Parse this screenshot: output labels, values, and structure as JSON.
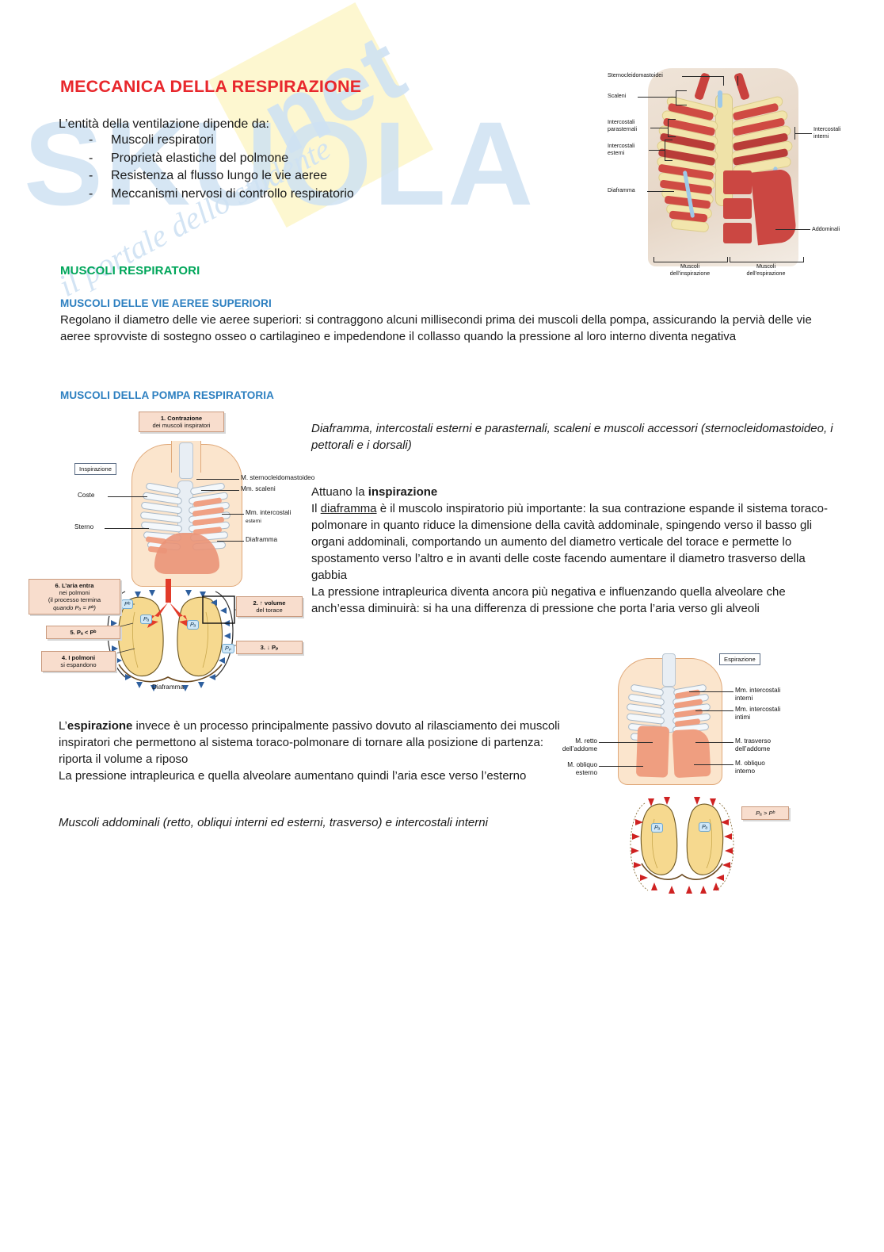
{
  "document": {
    "title": "MECCANICA DELLA RESPIRAZIONE",
    "lead": "L’entità della ventilazione dipende da:",
    "bullets": [
      "Muscoli respiratori",
      "Proprietà elastiche del polmone",
      "Resistenza al flusso lungo le vie aeree",
      "Meccanismi nervosi di controllo respiratorio"
    ],
    "bullet_marker": "-",
    "section_green": "MUSCOLI RESPIRATORI",
    "subsection_1": "MUSCOLI DELLE VIE AEREE SUPERIORI",
    "paragraph_1": "Regolano il diametro delle vie aeree superiori: si contraggono alcuni millisecondi prima dei muscoli della pompa, assicurando la pervià delle vie aeree sprovviste di sostegno osseo o cartilagineo e impedendone il collasso quando la pressione al loro interno diventa negativa",
    "subsection_2": "MUSCOLI DELLA POMPA RESPIRATORIA",
    "italic_inspiratory_muscles": "Diaframma, intercostali esterni e parasternali, scaleni e muscoli accessori (sternocleidomastoideo, i pettorali e i dorsali)",
    "inspiration_heading_plain": "Attuano la ",
    "inspiration_heading_bold": "inspirazione",
    "inspiration_body_part1": "Il ",
    "inspiration_body_underlined": "diaframma",
    "inspiration_body_part2": " è il muscolo inspiratorio più importante: la sua contrazione espande il sistema toraco-polmonare in quanto riduce la dimensione della cavità addominale, spingendo verso il basso gli organi addominali, comportando un aumento del diametro verticale del torace e permette lo spostamento verso l’altro e in avanti delle coste facendo aumentare il diametro trasverso della gabbia",
    "inspiration_body_part3": "La pressione intrapleurica diventa ancora più negativa e influenzando quella alveolare che anch’essa diminuirà: si ha una differenza di pressione che porta l’aria verso gli alveoli",
    "expiration_lead_bold": "espirazione",
    "expiration_body_pre": "L’",
    "expiration_body_part1": " invece è un processo principalmente passivo dovuto al rilasciamento dei muscoli inspiratori che permettono al sistema toraco-polmonare di tornare alla posizione di partenza: riporta il volume a riposo",
    "expiration_body_part2": "La pressione intrapleurica e quella alveolare aumentano quindi l’aria esce verso l’esterno",
    "italic_expiratory_muscles": "Muscoli addominali (retto, obliqui interni ed esterni, trasverso) e intercostali interni"
  },
  "watermark": {
    "big": "SKUOLA",
    "net": "net",
    "sub": "il portale dello studente"
  },
  "figure_thorax": {
    "labels_left": [
      "Sternocleidomastoidei",
      "Scaleni",
      "Intercostali\nparasternali",
      "Intercostali\nesterni",
      "Diaframma"
    ],
    "label_left_1": "Sternocleidomastoidei",
    "label_left_2": "Scaleni",
    "label_left_3a": "Intercostali",
    "label_left_3b": "parasternali",
    "label_left_4a": "Intercostali",
    "label_left_4b": "esterni",
    "label_left_5": "Diaframma",
    "label_right_1a": "Intercostali",
    "label_right_1b": "interni",
    "label_right_2": "Addominali",
    "caption_left_a": "Muscoli",
    "caption_left_b": "dell’inspirazione",
    "caption_right_a": "Muscoli",
    "caption_right_b": "dell’espirazione"
  },
  "figure_inspiration": {
    "top_box_line1": "1. Contrazione",
    "top_box_line2": "dei muscoli inspiratori",
    "mode_label": "Inspirazione",
    "label_coste": "Coste",
    "label_sterno": "Sterno",
    "label_scm": "M. sternocleidomastoideo",
    "label_scaleni": "Mm. scaleni",
    "label_intercostali_a": "Mm. intercostali",
    "label_intercostali_b": "esterni",
    "label_diaframma": "Diaframma"
  },
  "figure_lungs_inspiration": {
    "box6_l1": "6. L’aria entra",
    "box6_l2": "nei polmoni",
    "box6_l3": "(il processo termina",
    "box6_l4": "quando Pₐ = Pᵇ)",
    "box5": "5. Pₐ < Pᵇ",
    "box4_l1": "4. I polmoni",
    "box4_l2": "si espandono",
    "box2_l1": "2. ↑ volume",
    "box2_l2": "del torace",
    "box3": "3. ↓ Pₚ",
    "label_diaframma": "Diaframma",
    "badge_pb": "Pᵇ",
    "badge_pa_left": "Pₐ",
    "badge_pa_right": "Pₐ",
    "badge_pp": "Pₚ"
  },
  "figure_expiration": {
    "mode_label": "Espirazione",
    "label_ic_interni_a": "Mm. intercostali",
    "label_ic_interni_b": "interni",
    "label_ic_intimi_a": "Mm. intercostali",
    "label_ic_intimi_b": "intimi",
    "label_trasverso_a": "M. trasverso",
    "label_trasverso_b": "dell’addome",
    "label_obliquo_interno_a": "M. obliquo",
    "label_obliquo_interno_b": "interno",
    "label_retto_a": "M. retto",
    "label_retto_b": "dell’addome",
    "label_obliquo_esterno_a": "M. obliquo",
    "label_obliquo_esterno_b": "esterno"
  },
  "figure_lungs_expiration": {
    "pressure_box": "Pₐ > Pᵇ",
    "badge_pa_left": "Pₐ",
    "badge_pa_right": "Pₐ"
  },
  "colors": {
    "title_red": "#e8272c",
    "heading_green": "#00a65a",
    "heading_blue": "#2c7fc0",
    "body_black": "#1a1a1a",
    "muscle_red": "#cf4a43",
    "bone_cream": "#f2e5ac",
    "lung_yellow": "#f6d98f",
    "pink_box": "#f8ddcd",
    "watermark_blue": "#cfe2f3"
  }
}
